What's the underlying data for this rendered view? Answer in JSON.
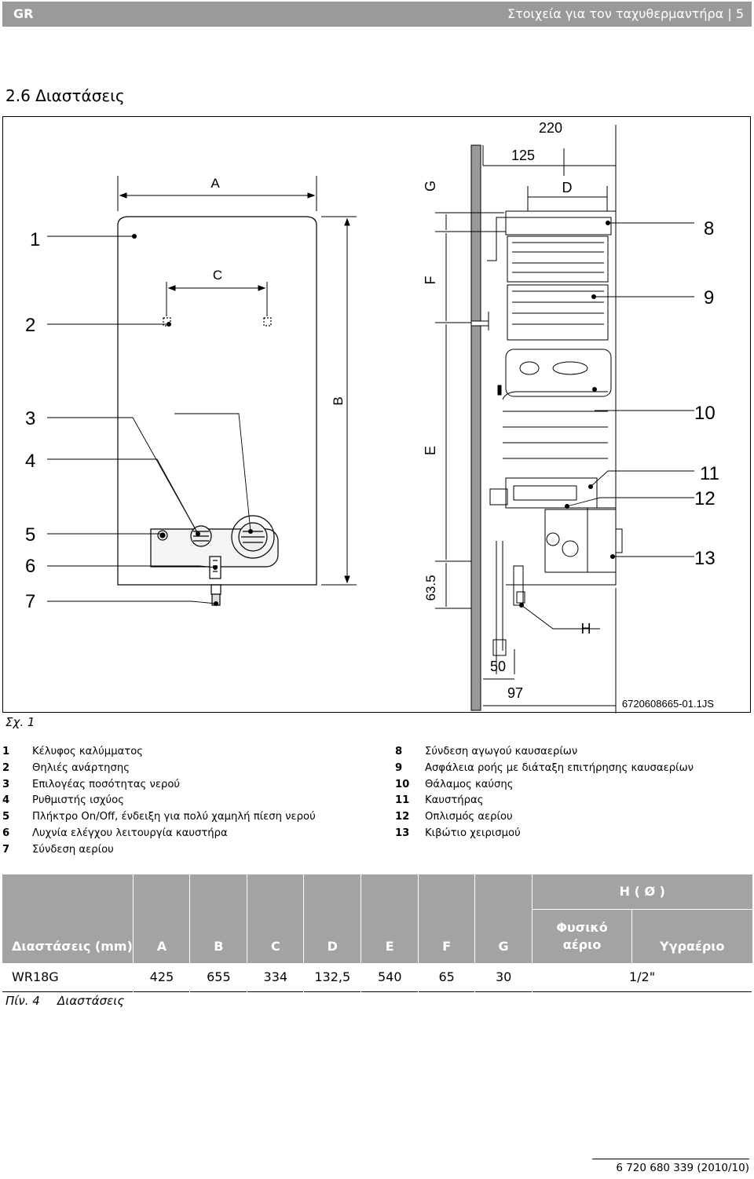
{
  "header": {
    "lang": "GR",
    "title": "Στοιχεία για τον ταχυθερμαντήρα | 5"
  },
  "section_title": "2.6 Διαστάσεις",
  "figure": {
    "caption": "Σχ. 1",
    "code": "6720608665-01.1JS",
    "callouts": [
      "1",
      "2",
      "3",
      "4",
      "5",
      "6",
      "7",
      "8",
      "9",
      "10",
      "11",
      "12",
      "13"
    ],
    "dim_labels": {
      "A": "A",
      "B": "B",
      "C": "C",
      "D": "D",
      "E": "E",
      "F": "F",
      "G": "G",
      "H": "H"
    },
    "dim_values": {
      "v220": "220",
      "v125": "125",
      "v63": "63.5",
      "v50": "50",
      "v97": "97"
    }
  },
  "legend": [
    {
      "num": "1",
      "text": "Κέλυφος καλύμματος"
    },
    {
      "num": "2",
      "text": "Θηλιές ανάρτησης"
    },
    {
      "num": "3",
      "text": "Επιλογέας ποσότητας νερού"
    },
    {
      "num": "4",
      "text": "Ρυθμιστής ισχύος"
    },
    {
      "num": "5",
      "text": "Πλήκτρο On/Off, ένδειξη για πολύ χαμηλή πίεση νερού"
    },
    {
      "num": "6",
      "text": "Λυχνία ελέγχου λειτουργία καυστήρα"
    },
    {
      "num": "7",
      "text": "Σύνδεση αερίου"
    },
    {
      "num": "8",
      "text": "Σύνδεση αγωγού καυσαερίων"
    },
    {
      "num": "9",
      "text": "Ασφάλεια ροής με διάταξη επιτήρησης καυσαερίων"
    },
    {
      "num": "10",
      "text": "Θάλαμος καύσης"
    },
    {
      "num": "11",
      "text": "Καυστήρας"
    },
    {
      "num": "12",
      "text": "Οπλισμός αερίου"
    },
    {
      "num": "13",
      "text": "Κιβώτιο χειρισμού"
    }
  ],
  "table": {
    "h_group": "H ( Ø )",
    "headers": [
      "Διαστάσεις (mm)",
      "A",
      "B",
      "C",
      "D",
      "E",
      "F",
      "G",
      "Φυσικό αέριο",
      "Υγραέριο"
    ],
    "rows": [
      {
        "model": "WR18G",
        "A": "425",
        "B": "655",
        "C": "334",
        "D": "132,5",
        "E": "540",
        "F": "65",
        "G": "30",
        "H": "1/2\""
      }
    ],
    "caption_label": "Πίν. 4",
    "caption_text": "Διαστάσεις"
  },
  "footer": "6 720 680 339 (2010/10)"
}
